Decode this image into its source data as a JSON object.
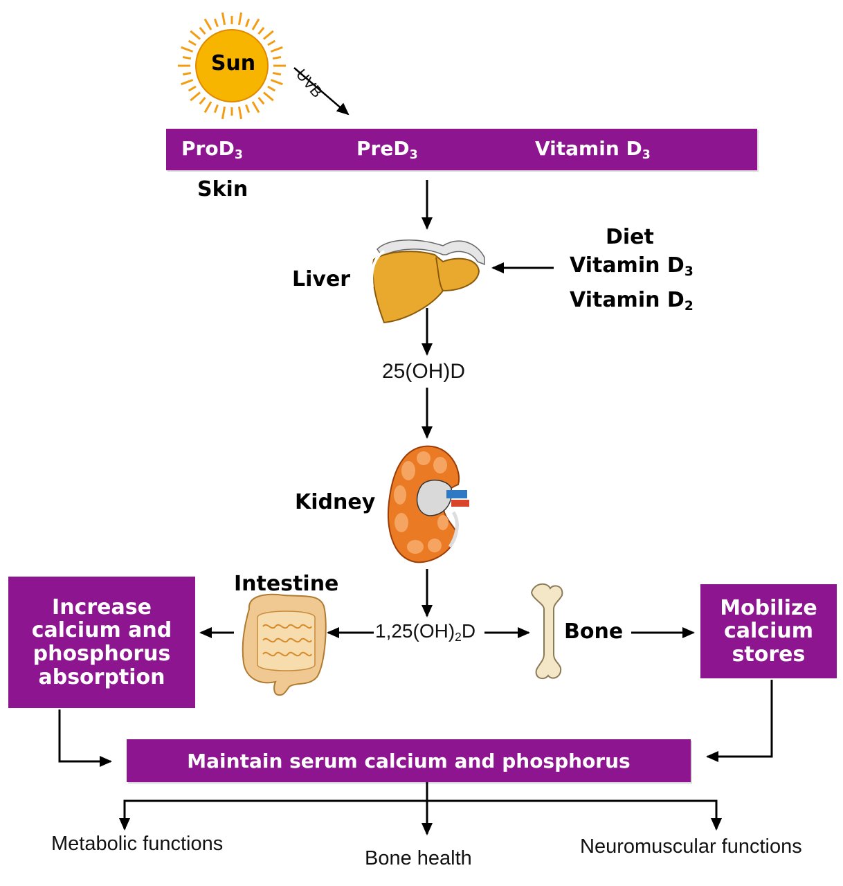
{
  "sun": {
    "label": "Sun",
    "ray_label": "UVB"
  },
  "skin_bar": {
    "items": [
      {
        "base": "ProD",
        "sub": "3"
      },
      {
        "base": "PreD",
        "sub": "3"
      },
      {
        "base": "Vitamin D",
        "sub": "3"
      }
    ],
    "caption": "Skin"
  },
  "liver": {
    "label": "Liver"
  },
  "diet": {
    "title": "Diet",
    "items": [
      {
        "base": "Vitamin D",
        "sub": "3"
      },
      {
        "base": "Vitamin D",
        "sub": "2"
      }
    ]
  },
  "metabolite_25": "25(OH)D",
  "kidney": {
    "label": "Kidney"
  },
  "metabolite_125": {
    "prefix": "1,25(OH)",
    "sub": "2",
    "suffix": "D"
  },
  "intestine": {
    "label": "Intestine"
  },
  "bone": {
    "label": "Bone"
  },
  "absorption_box": {
    "lines": [
      "Increase",
      "calcium and",
      "phosphorus",
      "absorption"
    ]
  },
  "mobilize_box": {
    "lines": [
      "Mobilize",
      "calcium",
      "stores"
    ]
  },
  "maintain_bar": {
    "label": "Maintain serum calcium and phosphorus"
  },
  "outcomes": [
    "Metabolic functions",
    "Bone health",
    "Neuromuscular functions"
  ],
  "colors": {
    "purple": "#8d1590",
    "sun_core": "#f7b500",
    "sun_ray": "#f39c12",
    "liver": "#e9a92f",
    "kidney": "#ea7a23",
    "intestine": "#f0c891",
    "bone": "#f3e7c8"
  }
}
